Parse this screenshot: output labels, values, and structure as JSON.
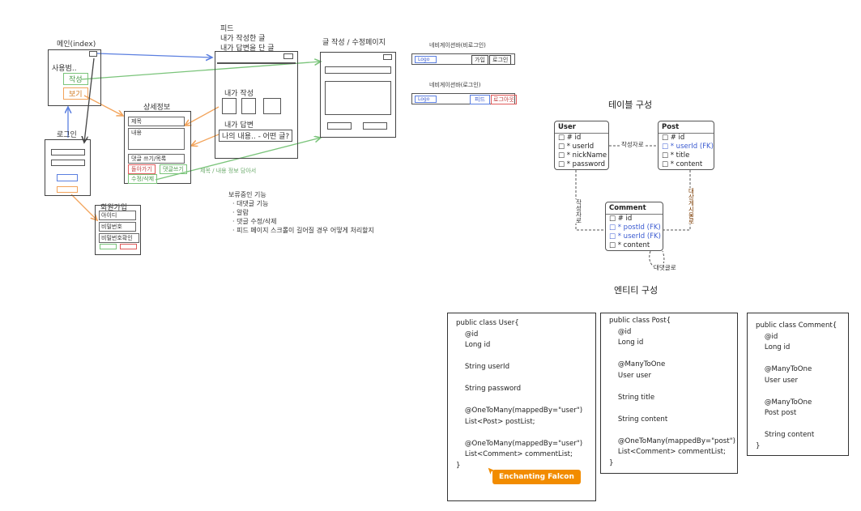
{
  "wireframe": {
    "main_title": "메인(index)",
    "main_user": "사용범..",
    "main_btn_write": "작성",
    "main_btn_view": "보기",
    "login_title": "로그인",
    "signup_title": "회원가입",
    "signup_id": "아이디",
    "signup_pw": "비밀번호",
    "signup_pw_confirm": "비밀번호확인",
    "detail_title": "상세정보",
    "detail_subject": "제목",
    "detail_content": "내용",
    "detail_comment": "댓글 쓰기/목록",
    "detail_btn_back": "돌아가기",
    "detail_btn_comment": "댓글쓰기",
    "detail_btn_edit": "수정/삭제",
    "feed_title_1": "피드",
    "feed_title_2": "내가 작성한 글",
    "feed_title_3": "내가 답변을 단 글",
    "feed_my_posts": "내가 작성",
    "feed_my_replies": "내가 답변",
    "feed_reply_sample": "나의 내용.. - 어떤 글?",
    "write_title": "글 작성 / 수정페이지",
    "green_note": "제목 / 내용 정보 담아서",
    "nav_guest_label": "네비게이션바(비로그인)",
    "nav_user_label": "네비게이션바(로그인)",
    "nav_logo": "Logo",
    "nav_join": "가입",
    "nav_login": "로그인",
    "nav_feed": "피드",
    "nav_logout": "로그아웃",
    "pending_title": "보류중인 기능",
    "pending_items": [
      "· 대댓글 기능",
      "· 알람",
      "· 댓글 수정/삭제",
      "· 피드 페이지 스크롤이 길어질 경우 어떻게 처리할지"
    ]
  },
  "erd": {
    "title": "테이블 구성",
    "user": {
      "name": "User",
      "rows": [
        "□ # id",
        "□ * userId",
        "□ * nickName",
        "□ * password"
      ]
    },
    "post": {
      "name": "Post",
      "rows": [
        "□ # id",
        "□ * userId (FK)",
        "□ * title",
        "□ * content"
      ]
    },
    "comment": {
      "name": "Comment",
      "rows": [
        "□ # id",
        "□ * postId (FK)",
        "□ * userId (FK)",
        "□ * content"
      ]
    },
    "rel_user_post": "작성자로",
    "rel_user_comment": "작성자로",
    "rel_post_comment": "대상게시물로",
    "rel_comment_self": "대댓글로"
  },
  "entity": {
    "title": "엔티티 구성",
    "user_code": "public class User{\n    @id\n    Long id\n\n    String userId\n\n    String password\n\n    @OneToMany(mappedBy=\"user\")\n    List<Post> postList;\n\n    @OneToMany(mappedBy=\"user\")\n    List<Comment> commentList;\n}",
    "post_code": "public class Post{\n    @id\n    Long id\n\n    @ManyToOne\n    User user\n\n    String title\n\n    String content\n\n    @OneToMany(mappedBy=\"post\")\n    List<Comment> commentList;\n}",
    "comment_code": "public class Comment{\n    @id\n    Long id\n\n    @ManyToOne\n    User user\n\n    @ManyToOne\n    Post post\n\n    String content\n}"
  },
  "cursor": {
    "label": "Enchanting Falcon"
  },
  "colors": {
    "blue": "#5b7fe0",
    "green": "#7ac47a",
    "orange": "#f2a35a",
    "red": "#e05a5a"
  }
}
